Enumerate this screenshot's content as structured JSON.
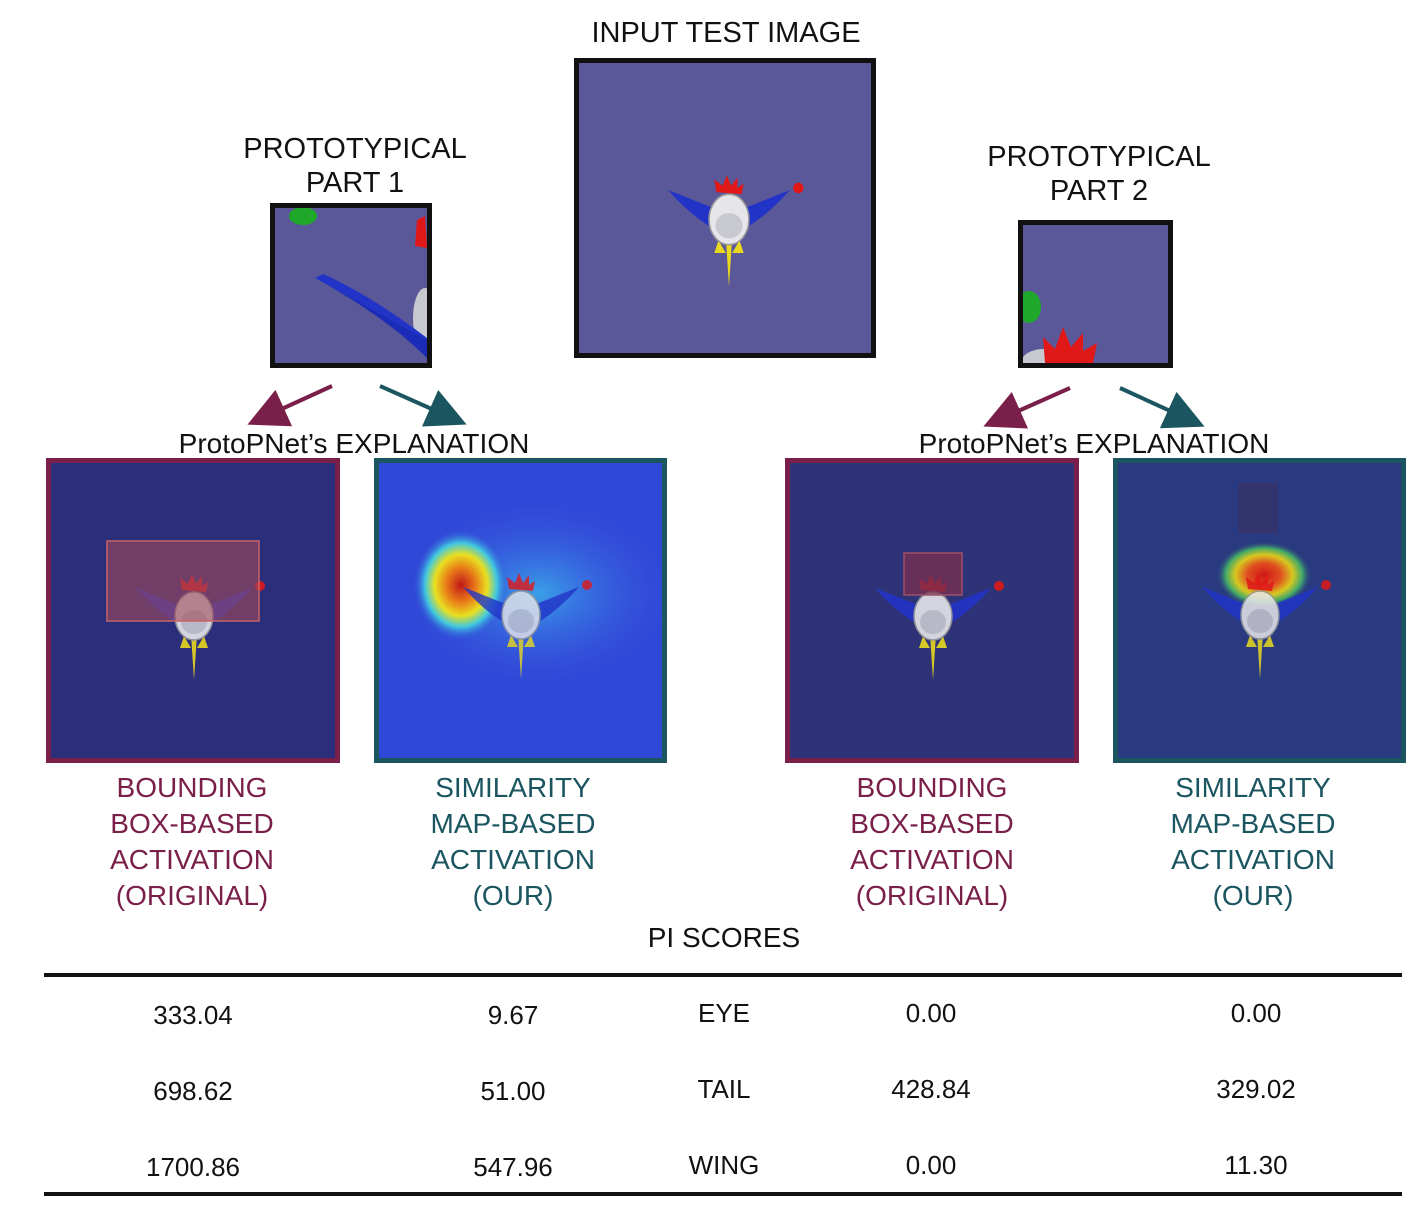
{
  "input_title": "INPUT TEST IMAGE",
  "part1": {
    "title_line1": "PROTOTYPICAL",
    "title_line2": "PART 1"
  },
  "part2": {
    "title_line1": "PROTOTYPICAL",
    "title_line2": "PART 2"
  },
  "explanation_label": "ProtoPNet’s EXPLANATION",
  "captions": {
    "bbox": [
      "BOUNDING",
      "BOX-BASED",
      "ACTIVATION",
      "(ORIGINAL)"
    ],
    "sim": [
      "SIMILARITY",
      "MAP-BASED",
      "ACTIVATION",
      "(OUR)"
    ]
  },
  "pi_title": "PI SCORES",
  "table": {
    "rows": [
      {
        "part": "EYE",
        "p1_bbox": "333.04",
        "p1_sim": "9.67",
        "p2_bbox": "0.00",
        "p2_sim": "0.00"
      },
      {
        "part": "TAIL",
        "p1_bbox": "698.62",
        "p1_sim": "51.00",
        "p2_bbox": "428.84",
        "p2_sim": "329.02"
      },
      {
        "part": "WING",
        "p1_bbox": "1700.86",
        "p1_sim": "547.96",
        "p2_bbox": "0.00",
        "p2_sim": "11.30"
      }
    ]
  },
  "colors": {
    "maroon": "#7a1f4a",
    "teal": "#1b5560",
    "image_bg": "#5a5898"
  }
}
